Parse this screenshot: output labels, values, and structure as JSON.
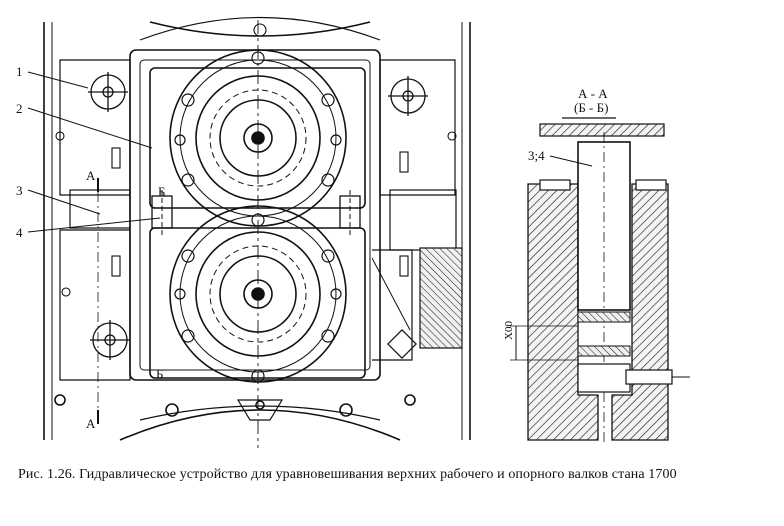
{
  "figure": {
    "callouts": [
      "1",
      "2",
      "3",
      "4"
    ],
    "section_marks": {
      "a_top": "А",
      "a_bottom": "А",
      "b_top": "Б",
      "b_bottom": "Б"
    },
    "section_view": {
      "title": "А - А",
      "subtitle": "(Б - Б)",
      "part_label": "3;4",
      "dimension_label": "Х00"
    }
  },
  "caption": {
    "number": "Рис. 1.26.",
    "text": "Гидравлическое устройство для уравновешивания верхних рабочего и опорного валков стана 1700"
  }
}
